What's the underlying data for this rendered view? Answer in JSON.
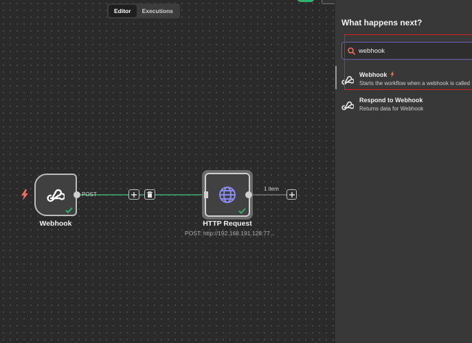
{
  "mode_toggle": {
    "tabs": [
      {
        "label": "Editor",
        "active": true
      },
      {
        "label": "Executions",
        "active": false
      }
    ]
  },
  "nodes": {
    "webhook": {
      "label": "Webhook",
      "output_label": "POST"
    },
    "http": {
      "label": "HTTP Request",
      "subtitle": "POST: http://192.168.191.128:77..."
    },
    "edge_out_label": "1 item"
  },
  "panel": {
    "title": "What happens next?",
    "search": {
      "value": "webhook",
      "placeholder": ""
    },
    "results": [
      {
        "title": "Webhook",
        "description": "Starts the workflow when a webhook is called",
        "trigger": true
      },
      {
        "title": "Respond to Webhook",
        "description": "Returns data for Webhook",
        "trigger": false
      }
    ]
  },
  "colors": {
    "accent_green": "#2fb36a",
    "trigger_red": "#ff6d5a",
    "search_border": "#6b5fb5",
    "highlight_red": "#e01e1e"
  },
  "icons": [
    "lightning-icon",
    "webhook-icon",
    "globe-icon",
    "check-icon",
    "plus-icon",
    "trash-icon",
    "search-icon"
  ]
}
